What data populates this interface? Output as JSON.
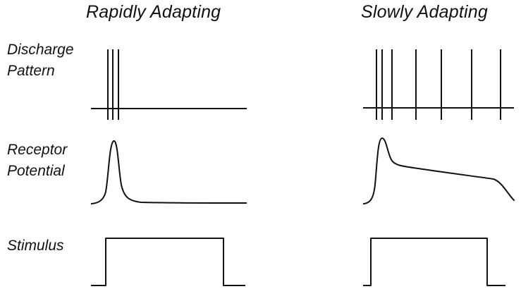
{
  "columns": {
    "rapid": {
      "title": "Rapidly Adapting"
    },
    "slow": {
      "title": "Slowly Adapting"
    }
  },
  "rows": {
    "discharge": {
      "line1": "Discharge",
      "line2": "Pattern"
    },
    "receptor": {
      "line1": "Receptor",
      "line2": "Potential"
    },
    "stimulus": {
      "line1": "Stimulus"
    }
  }
}
